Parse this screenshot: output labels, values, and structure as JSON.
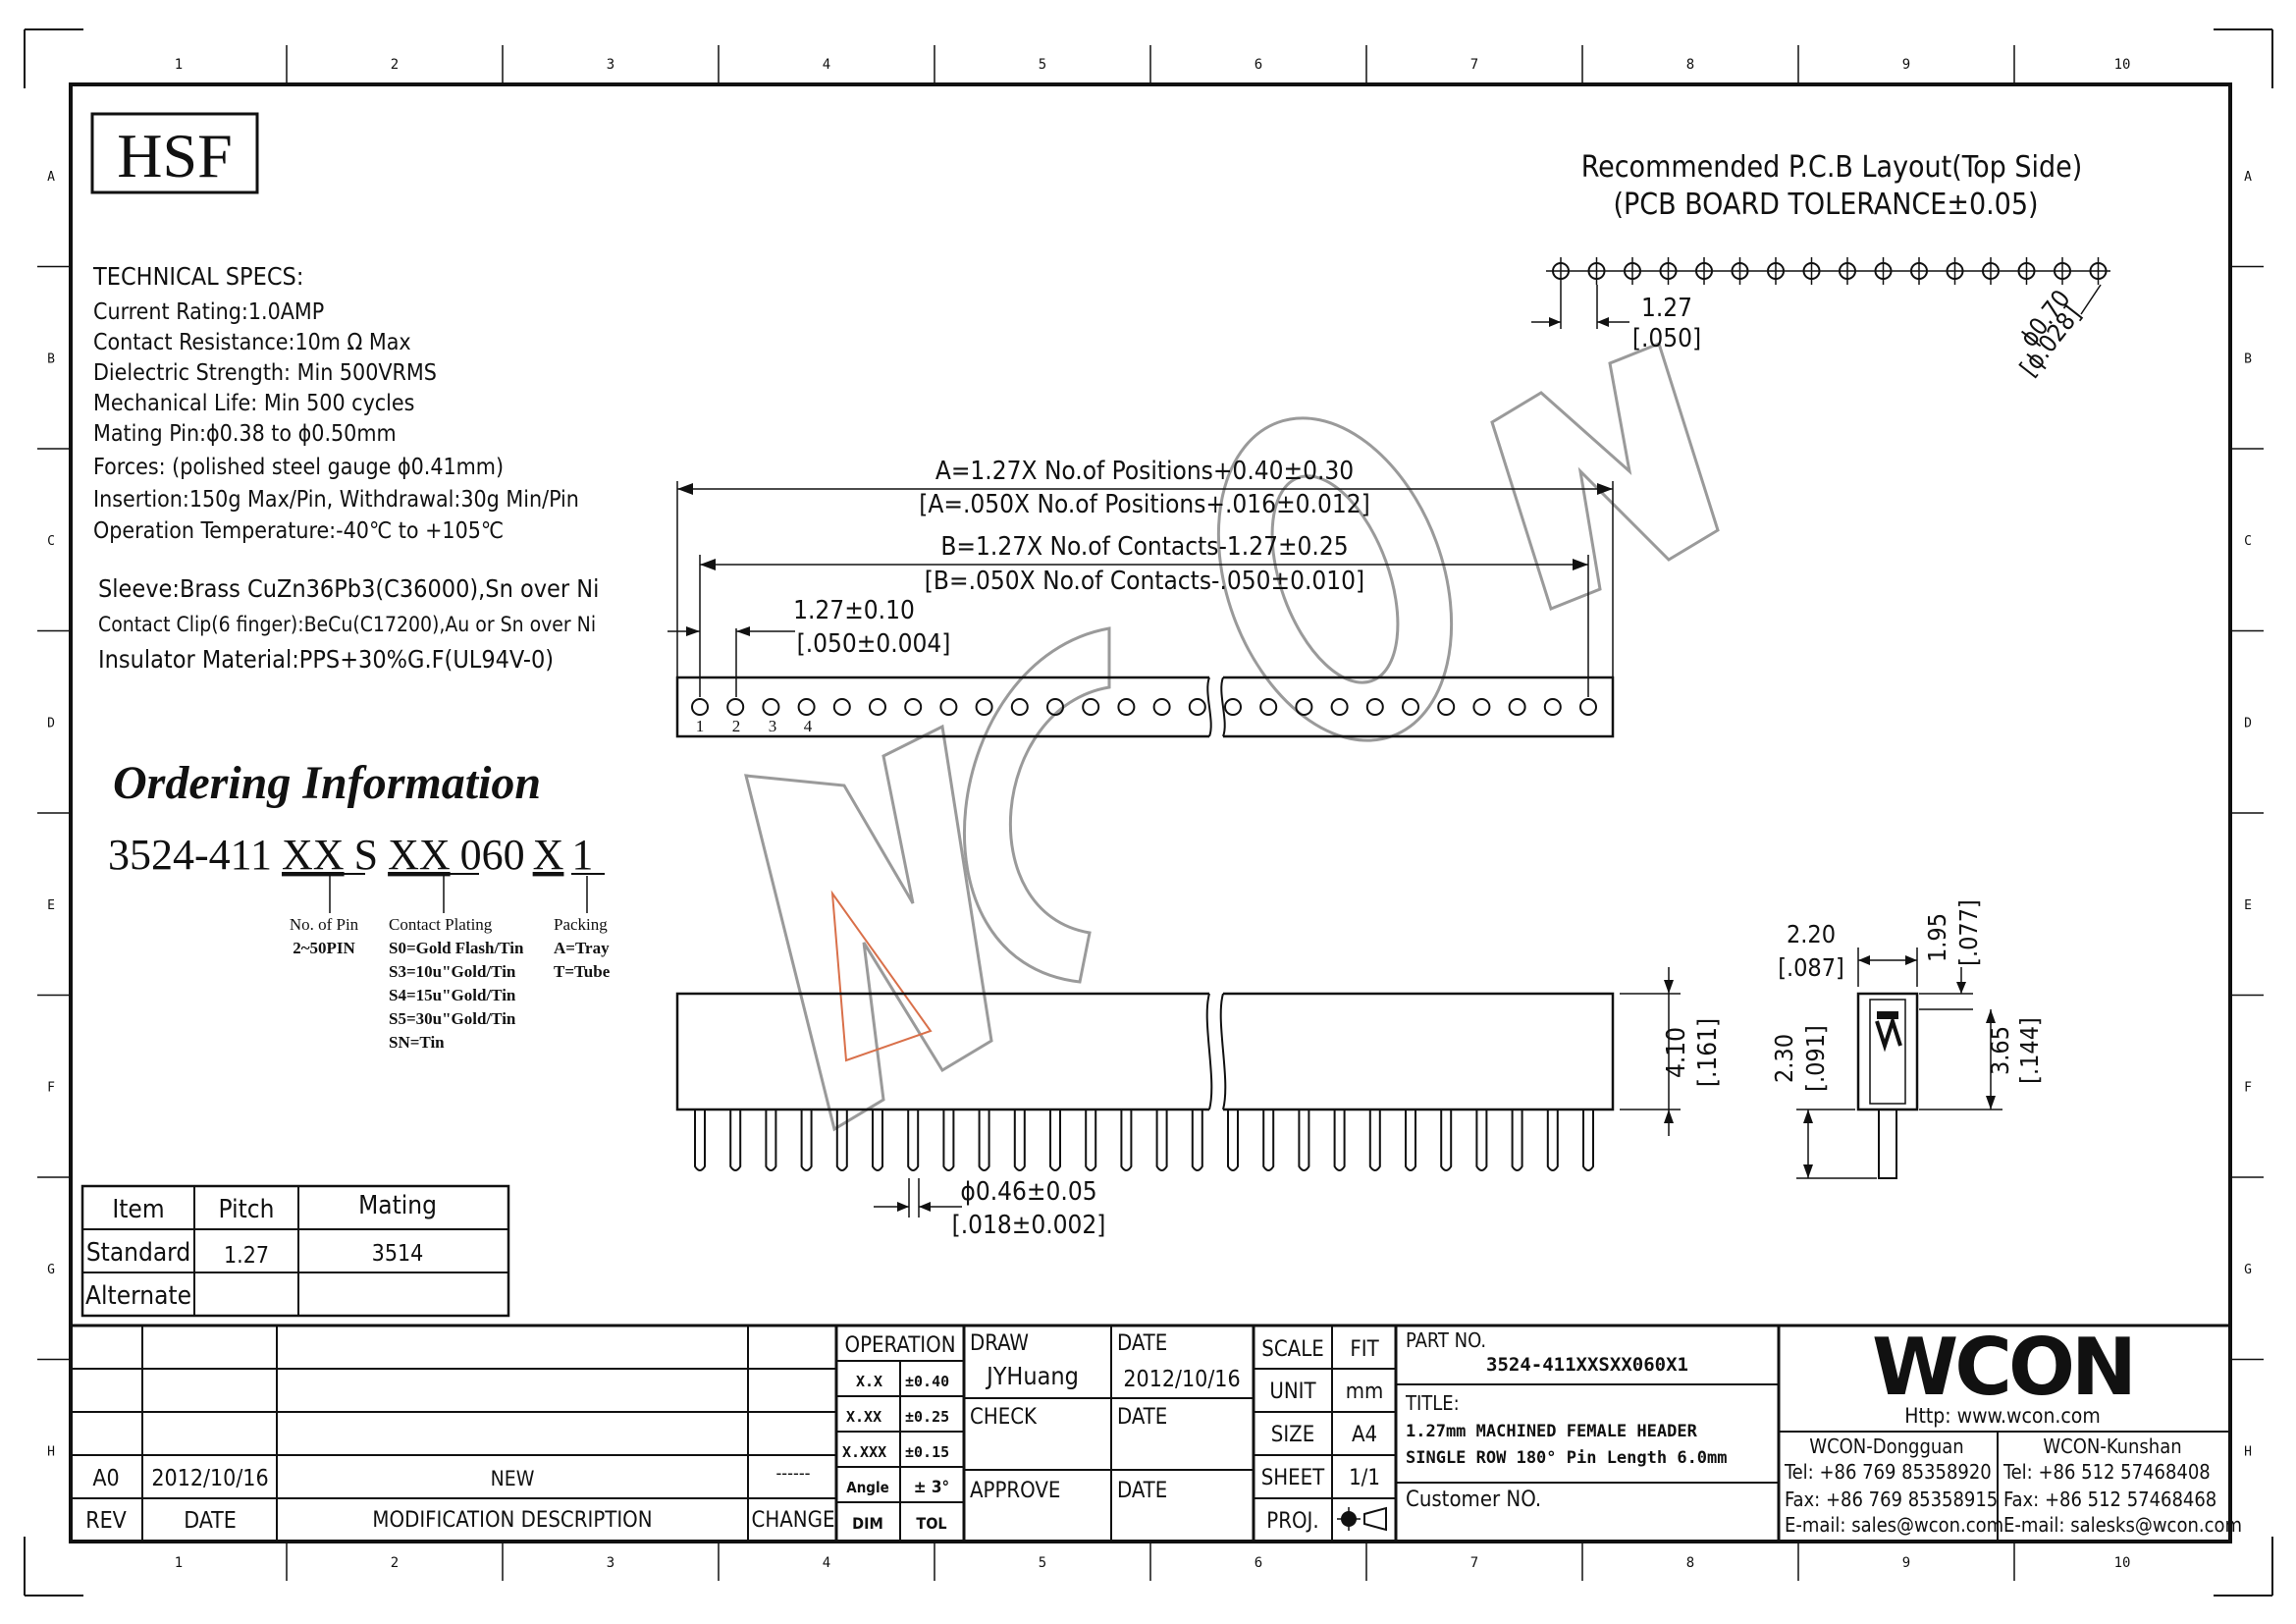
{
  "frame": {
    "columns": [
      "1",
      "2",
      "3",
      "4",
      "5",
      "6",
      "7",
      "8",
      "9",
      "10"
    ],
    "rows": [
      "A",
      "B",
      "C",
      "D",
      "E",
      "F",
      "G",
      "H"
    ]
  },
  "logo": {
    "text": "HSF"
  },
  "tech_specs": {
    "heading": "TECHNICAL SPECS:",
    "lines": [
      "Current Rating:1.0AMP",
      "Contact Resistance:10m Ω Max",
      "Dielectric Strength: Min 500VRMS",
      "Mechanical Life: Min 500 cycles",
      "Mating Pin:ϕ0.38 to ϕ0.50mm",
      "Forces: (polished steel gauge ϕ0.41mm)",
      "Insertion:150g Max/Pin, Withdrawal:30g Min/Pin",
      "Operation Temperature:-40℃ to +105℃"
    ],
    "materials": [
      "Sleeve:Brass CuZn36Pb3(C36000),Sn over Ni",
      "Contact Clip(6 finger):BeCu(C17200),Au or Sn over Ni",
      "Insulator Material:PPS+30%G.F(UL94V-0)"
    ]
  },
  "ordering": {
    "title": "Ordering Information",
    "code_parts": [
      "3524-411",
      "XX",
      "S",
      "XX",
      "060",
      "X",
      "1"
    ],
    "notes": {
      "pin": [
        "No. of Pin",
        "2~50PIN"
      ],
      "plating": [
        "Contact Plating",
        "S0=Gold Flash/Tin",
        "S3=10u\"Gold/Tin",
        "S4=15u\"Gold/Tin",
        "S5=30u\"Gold/Tin",
        "SN=Tin"
      ],
      "packing": [
        "Packing",
        "A=Tray",
        "T=Tube"
      ]
    }
  },
  "pcb_layout": {
    "title": "Recommended P.C.B Layout(Top Side)",
    "subtitle": "(PCB BOARD TOLERANCE±0.05)",
    "pitch": "1.27",
    "pitch_in": "[.050]",
    "hole": "ϕ0.70",
    "hole_in": "[ϕ.028]"
  },
  "dims": {
    "a": "A=1.27X No.of Positions+0.40±0.30",
    "a_in": "[A=.050X No.of Positions+.016±0.012]",
    "b": "B=1.27X No.of Contacts-1.27±0.25",
    "b_in": "[B=.050X No.of Contacts-.050±0.010]",
    "pitch": "1.27±0.10",
    "pitch_in": "[.050±0.004]",
    "pin_numbers": [
      "1",
      "2",
      "3",
      "4"
    ],
    "height": "4.10",
    "height_in": "[.161]",
    "pin_dia": "ϕ0.46±0.05",
    "pin_dia_in": "[.018±0.002]",
    "side_w": "2.20",
    "side_w_in": "[.087]",
    "side_top": "1.95",
    "side_top_in": "[.077]",
    "side_tail": "2.30",
    "side_tail_in": "[.091]",
    "side_body": "3.65",
    "side_body_in": "[.144]"
  },
  "mating_table": {
    "headers": [
      "Item",
      "Pitch",
      "Mating"
    ],
    "rows": [
      [
        "Standard",
        "1.27",
        "3514"
      ],
      [
        "Alternate",
        "",
        ""
      ]
    ]
  },
  "revision": {
    "row": [
      "A0",
      "2012/10/16",
      "NEW",
      "------"
    ],
    "headers": [
      "REV",
      "DATE",
      "MODIFICATION DESCRIPTION",
      "CHANGE"
    ]
  },
  "tolerance": {
    "title": "OPERATION",
    "rows": [
      [
        "X.X",
        "±0.40"
      ],
      [
        "X.XX",
        "±0.25"
      ],
      [
        "X.XXX",
        "±0.15"
      ],
      [
        "Angle",
        "± 3°"
      ]
    ],
    "footer": [
      "DIM",
      "TOL"
    ]
  },
  "approval": {
    "draw_label": "DRAW",
    "draw_name": "JYHuang",
    "date_label": "DATE",
    "draw_date": "2012/10/16",
    "check_label": "CHECK",
    "approve_label": "APPROVE"
  },
  "scale_block": {
    "scale": [
      "SCALE",
      "FIT"
    ],
    "unit": [
      "UNIT",
      "mm"
    ],
    "size": [
      "SIZE",
      "A4"
    ],
    "sheet": [
      "SHEET",
      "1/1"
    ],
    "proj": "PROJ."
  },
  "part": {
    "label": "PART NO.",
    "number": "3524-411XXSXX060X1",
    "title_label": "TITLE:",
    "title_1": "1.27mm MACHINED FEMALE HEADER",
    "title_2": "SINGLE ROW 180° Pin Length 6.0mm",
    "customer_label": "Customer NO."
  },
  "company": {
    "brand": "WCON",
    "http": "Http: www.wcon.com",
    "dg_name": "WCON-Dongguan",
    "dg_tel": "Tel: +86 769 85358920",
    "dg_fax": "Fax: +86 769 85358915",
    "dg_mail": "E-mail: sales@wcon.com",
    "ks_name": "WCON-Kunshan",
    "ks_tel": "Tel: +86 512 57468408",
    "ks_fax": "Fax: +86 512 57468468",
    "ks_mail": "E-mail: salesks@wcon.com"
  },
  "colors": {
    "ink": "#111111",
    "watermark": "#9a9a9a",
    "accent": "#d9704a"
  }
}
